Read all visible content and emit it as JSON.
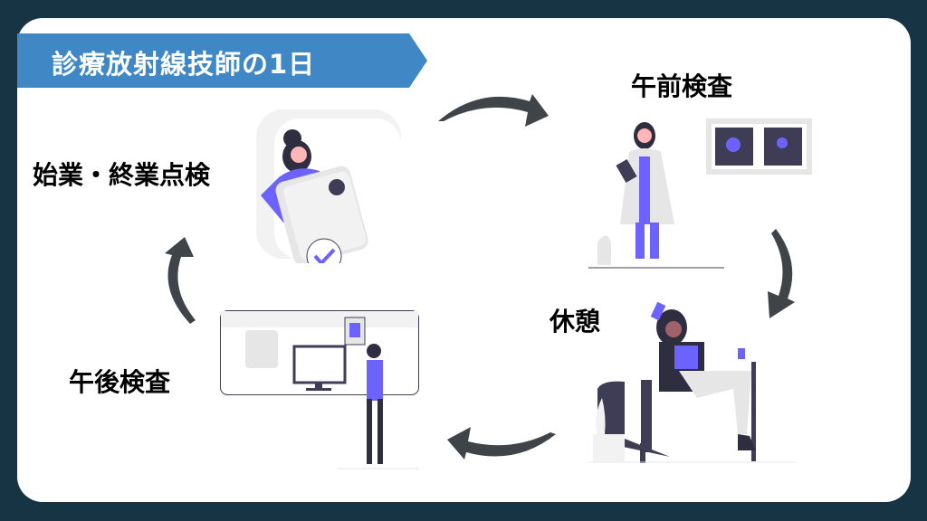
{
  "title": "診療放射線技師の1日",
  "steps": [
    {
      "label": "始業・終業点検"
    },
    {
      "label": "午前検査"
    },
    {
      "label": "休憩"
    },
    {
      "label": "午後検査"
    }
  ],
  "colors": {
    "background": "#173444",
    "banner": "#3f88c5",
    "accent": "#6c63ff",
    "arrow": "#3f4449"
  }
}
